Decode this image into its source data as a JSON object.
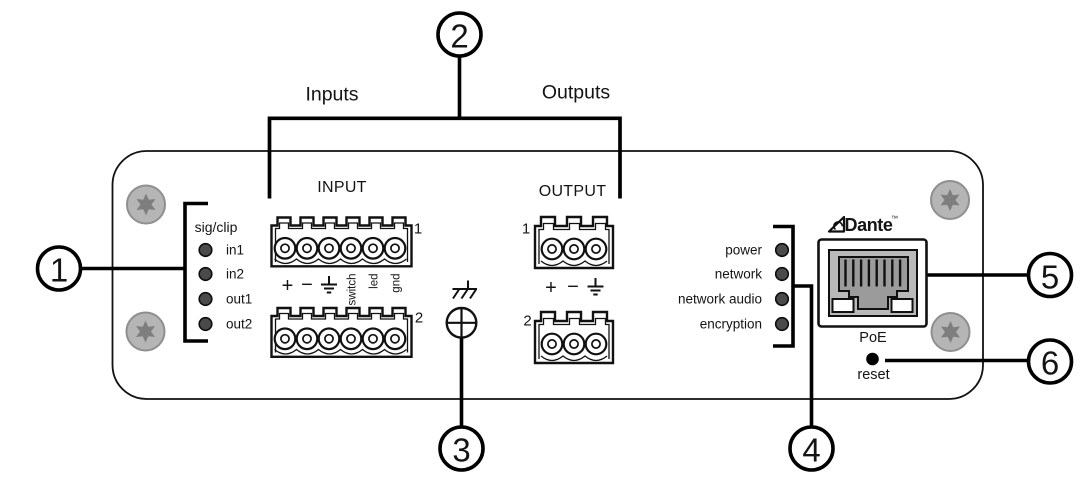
{
  "panel": {
    "groups": {
      "inputs": "Inputs",
      "outputs": "Outputs"
    },
    "sections": {
      "input": {
        "title": "INPUT",
        "block_numbers": [
          "1",
          "2"
        ],
        "pins": {
          "plus": "+",
          "minus": "−",
          "earth": "earth-ground-icon",
          "switch": "switch",
          "led": "led",
          "gnd": "gnd"
        }
      },
      "output": {
        "title": "OUTPUT",
        "block_numbers": [
          "1",
          "2"
        ],
        "pins": {
          "plus": "+",
          "minus": "−",
          "earth": "earth-ground-icon"
        }
      }
    },
    "sig_clip": {
      "title": "sig/clip",
      "leds": [
        "in1",
        "in2",
        "out1",
        "out2"
      ]
    },
    "status_leds": [
      "power",
      "network",
      "network audio",
      "encryption"
    ],
    "network": {
      "brand": "Dante",
      "trademark": "™",
      "poe_label": "PoE",
      "reset_label": "reset"
    }
  },
  "callouts": [
    "1",
    "2",
    "3",
    "4",
    "5",
    "6"
  ],
  "colors": {
    "line": "#000000",
    "panel_fill": "#ffffff",
    "led_fill": "#4a4a4a",
    "screw_fill": "#b5b5b5",
    "screw_star": "#7e7e7e",
    "jack_fill": "#b9b9b9",
    "pin_block_fill": "#9b9b9b"
  }
}
